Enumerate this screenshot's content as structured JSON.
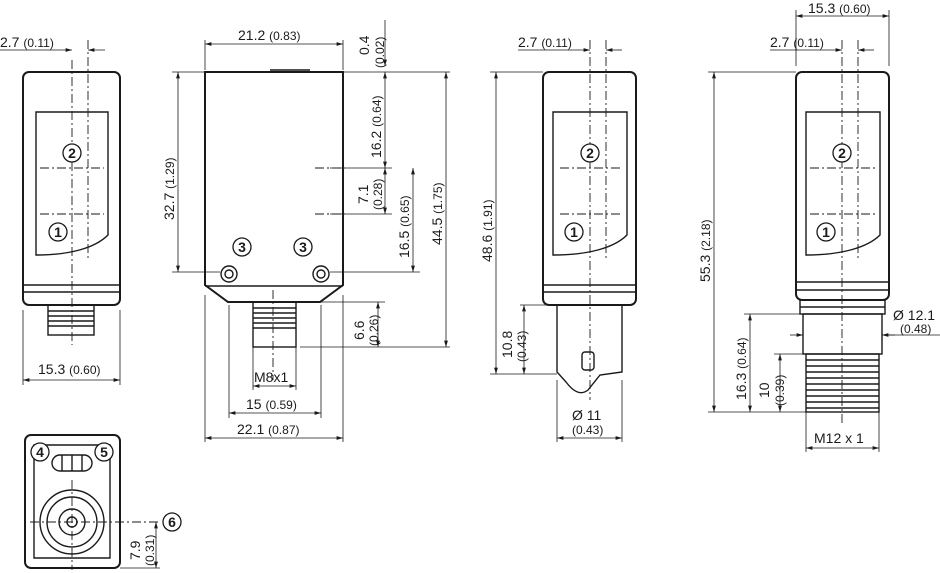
{
  "markers": {
    "m1": "1",
    "m2": "2",
    "m3": "3",
    "m4": "4",
    "m5": "5",
    "m6": "6"
  },
  "dims": {
    "v1_top": "2.7",
    "v1_top_in": "(0.11)",
    "v1_width": "15.3",
    "v1_width_in": "(0.60)",
    "v2_top": "21.2",
    "v2_top_in": "(0.83)",
    "v2_gap": "0.4",
    "v2_gap_in": "(0.02)",
    "v2_h_body": "32.7",
    "v2_h_body_in": "(1.29)",
    "v2_h_162": "16.2",
    "v2_h_162_in": "(0.64)",
    "v2_h_71": "7.1",
    "v2_h_71_in": "(0.28)",
    "v2_h_165": "16.5",
    "v2_h_165_in": "(0.65)",
    "v2_h_445": "44.5",
    "v2_h_445_in": "(1.75)",
    "v2_h_66": "6.6",
    "v2_h_66_in": "(0.26)",
    "v2_thread": "M8x1",
    "v2_w15": "15",
    "v2_w15_in": "(0.59)",
    "v2_w221": "22.1",
    "v2_w221_in": "(0.87)",
    "v3_top": "2.7",
    "v3_top_in": "(0.11)",
    "v3_h_486": "48.6",
    "v3_h_486_in": "(1.91)",
    "v3_h_108": "10.8",
    "v3_h_108_in": "(0.43)",
    "v3_dia": "Ø 11",
    "v3_dia_in": "(0.43)",
    "v4_top153": "15.3",
    "v4_top153_in": "(0.60)",
    "v4_top27": "2.7",
    "v4_top27_in": "(0.11)",
    "v4_h_553": "55.3",
    "v4_h_553_in": "(2.18)",
    "v4_h_163": "16.3",
    "v4_h_163_in": "(0.64)",
    "v4_h_10": "10",
    "v4_h_10_in": "(0.39)",
    "v4_dia": "Ø 12.1",
    "v4_dia_in": "(0.48)",
    "v4_thread": "M12 x 1",
    "v5_h_79": "7.9",
    "v5_h_79_in": "(0.31)"
  }
}
